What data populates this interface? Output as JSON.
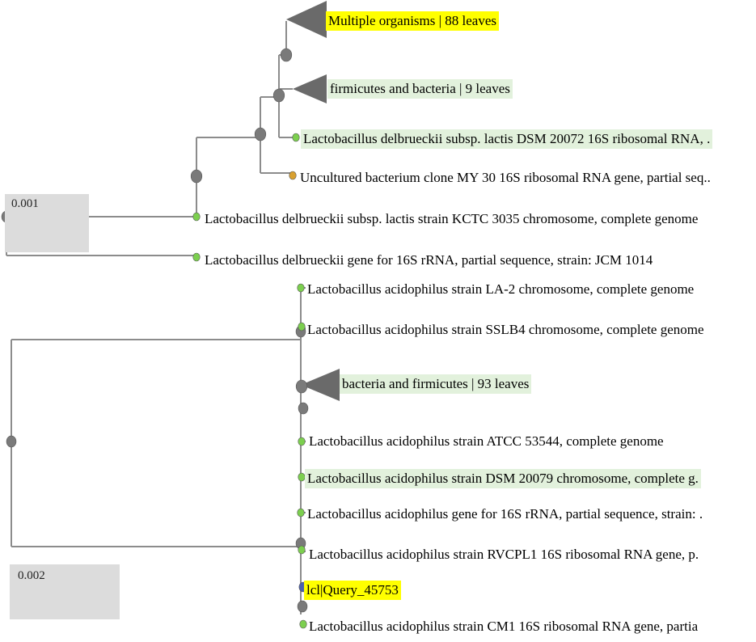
{
  "tree_top": {
    "scale_label": "0.001",
    "leaves": [
      {
        "label": "Multiple organisms | 88 leaves",
        "kind": "collapsed",
        "highlight": "#ffff00"
      },
      {
        "label": "firmicutes and bacteria | 9 leaves",
        "kind": "collapsed",
        "highlight": "#e2f1dc"
      },
      {
        "label": "Lactobacillus delbrueckii subsp. lactis DSM 20072 16S ribosomal RNA, .",
        "kind": "leaf",
        "highlight": "#e2f1dc"
      },
      {
        "label": "Uncultured bacterium clone MY 30 16S ribosomal RNA gene, partial seq..",
        "kind": "leaf",
        "highlight": ""
      },
      {
        "label": "Lactobacillus delbrueckii subsp. lactis strain KCTC 3035 chromosome, complete genome",
        "kind": "leaf",
        "highlight": ""
      },
      {
        "label": "Lactobacillus delbrueckii gene for 16S rRNA, partial sequence, strain: JCM 1014",
        "kind": "leaf",
        "highlight": ""
      }
    ]
  },
  "tree_bottom": {
    "scale_label": "0.002",
    "leaves": [
      {
        "label": "Lactobacillus acidophilus strain LA-2 chromosome, complete genome",
        "kind": "leaf",
        "highlight": ""
      },
      {
        "label": "Lactobacillus acidophilus strain SSLB4 chromosome, complete genome",
        "kind": "leaf",
        "highlight": ""
      },
      {
        "label": "bacteria and firmicutes | 93 leaves",
        "kind": "collapsed",
        "highlight": "#e2f1dc"
      },
      {
        "label": "Lactobacillus acidophilus strain ATCC 53544, complete genome",
        "kind": "leaf",
        "highlight": ""
      },
      {
        "label": "Lactobacillus acidophilus strain DSM 20079 chromosome, complete g.",
        "kind": "leaf",
        "highlight": "#e2f1dc"
      },
      {
        "label": "Lactobacillus acidophilus gene for 16S rRNA, partial sequence, strain: .",
        "kind": "leaf",
        "highlight": ""
      },
      {
        "label": "Lactobacillus acidophilus strain RVCPL1 16S ribosomal RNA gene, p.",
        "kind": "leaf",
        "highlight": ""
      },
      {
        "label": "lcl|Query_45753",
        "kind": "query",
        "highlight": "#ffff00"
      },
      {
        "label": "Lactobacillus acidophilus strain CM1 16S ribosomal RNA gene, partia",
        "kind": "leaf",
        "highlight": ""
      }
    ]
  },
  "colors": {
    "branch": "#8c8c8c",
    "internal_node": "#7a7a7a",
    "leaf_node": "#7ccf4f",
    "uncultured_node": "#d8a030",
    "query_node": "#4a5fb0",
    "collapsed_triangle": "#6a6a6a",
    "scale_bg": "#dcdcdc"
  }
}
